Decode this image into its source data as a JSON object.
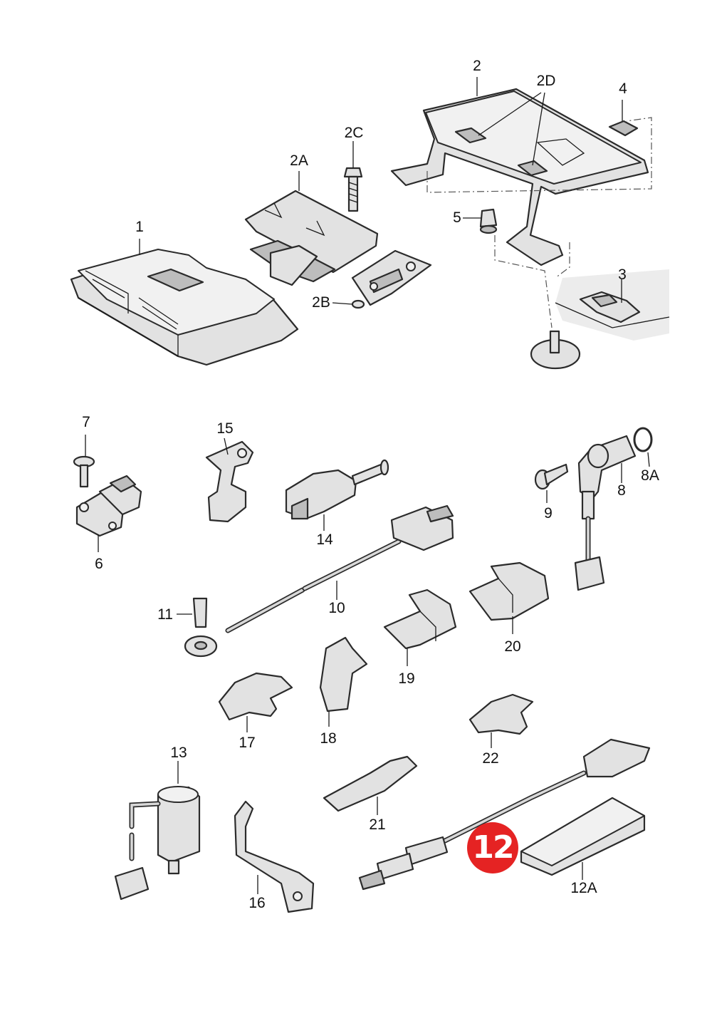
{
  "labels": {
    "p1": "1",
    "p2": "2",
    "p2a": "2A",
    "p2b": "2B",
    "p2c": "2C",
    "p2d": "2D",
    "p3": "3",
    "p4": "4",
    "p5": "5",
    "p6": "6",
    "p7": "7",
    "p8": "8",
    "p8a": "8A",
    "p9": "9",
    "p10": "10",
    "p11": "11",
    "p12a": "12A",
    "p13": "13",
    "p14": "14",
    "p15": "15",
    "p16": "16",
    "p17": "17",
    "p18": "18",
    "p19": "19",
    "p20": "20",
    "p21": "21",
    "p22": "22"
  },
  "highlight": {
    "label": "12",
    "color": "#e52323"
  }
}
